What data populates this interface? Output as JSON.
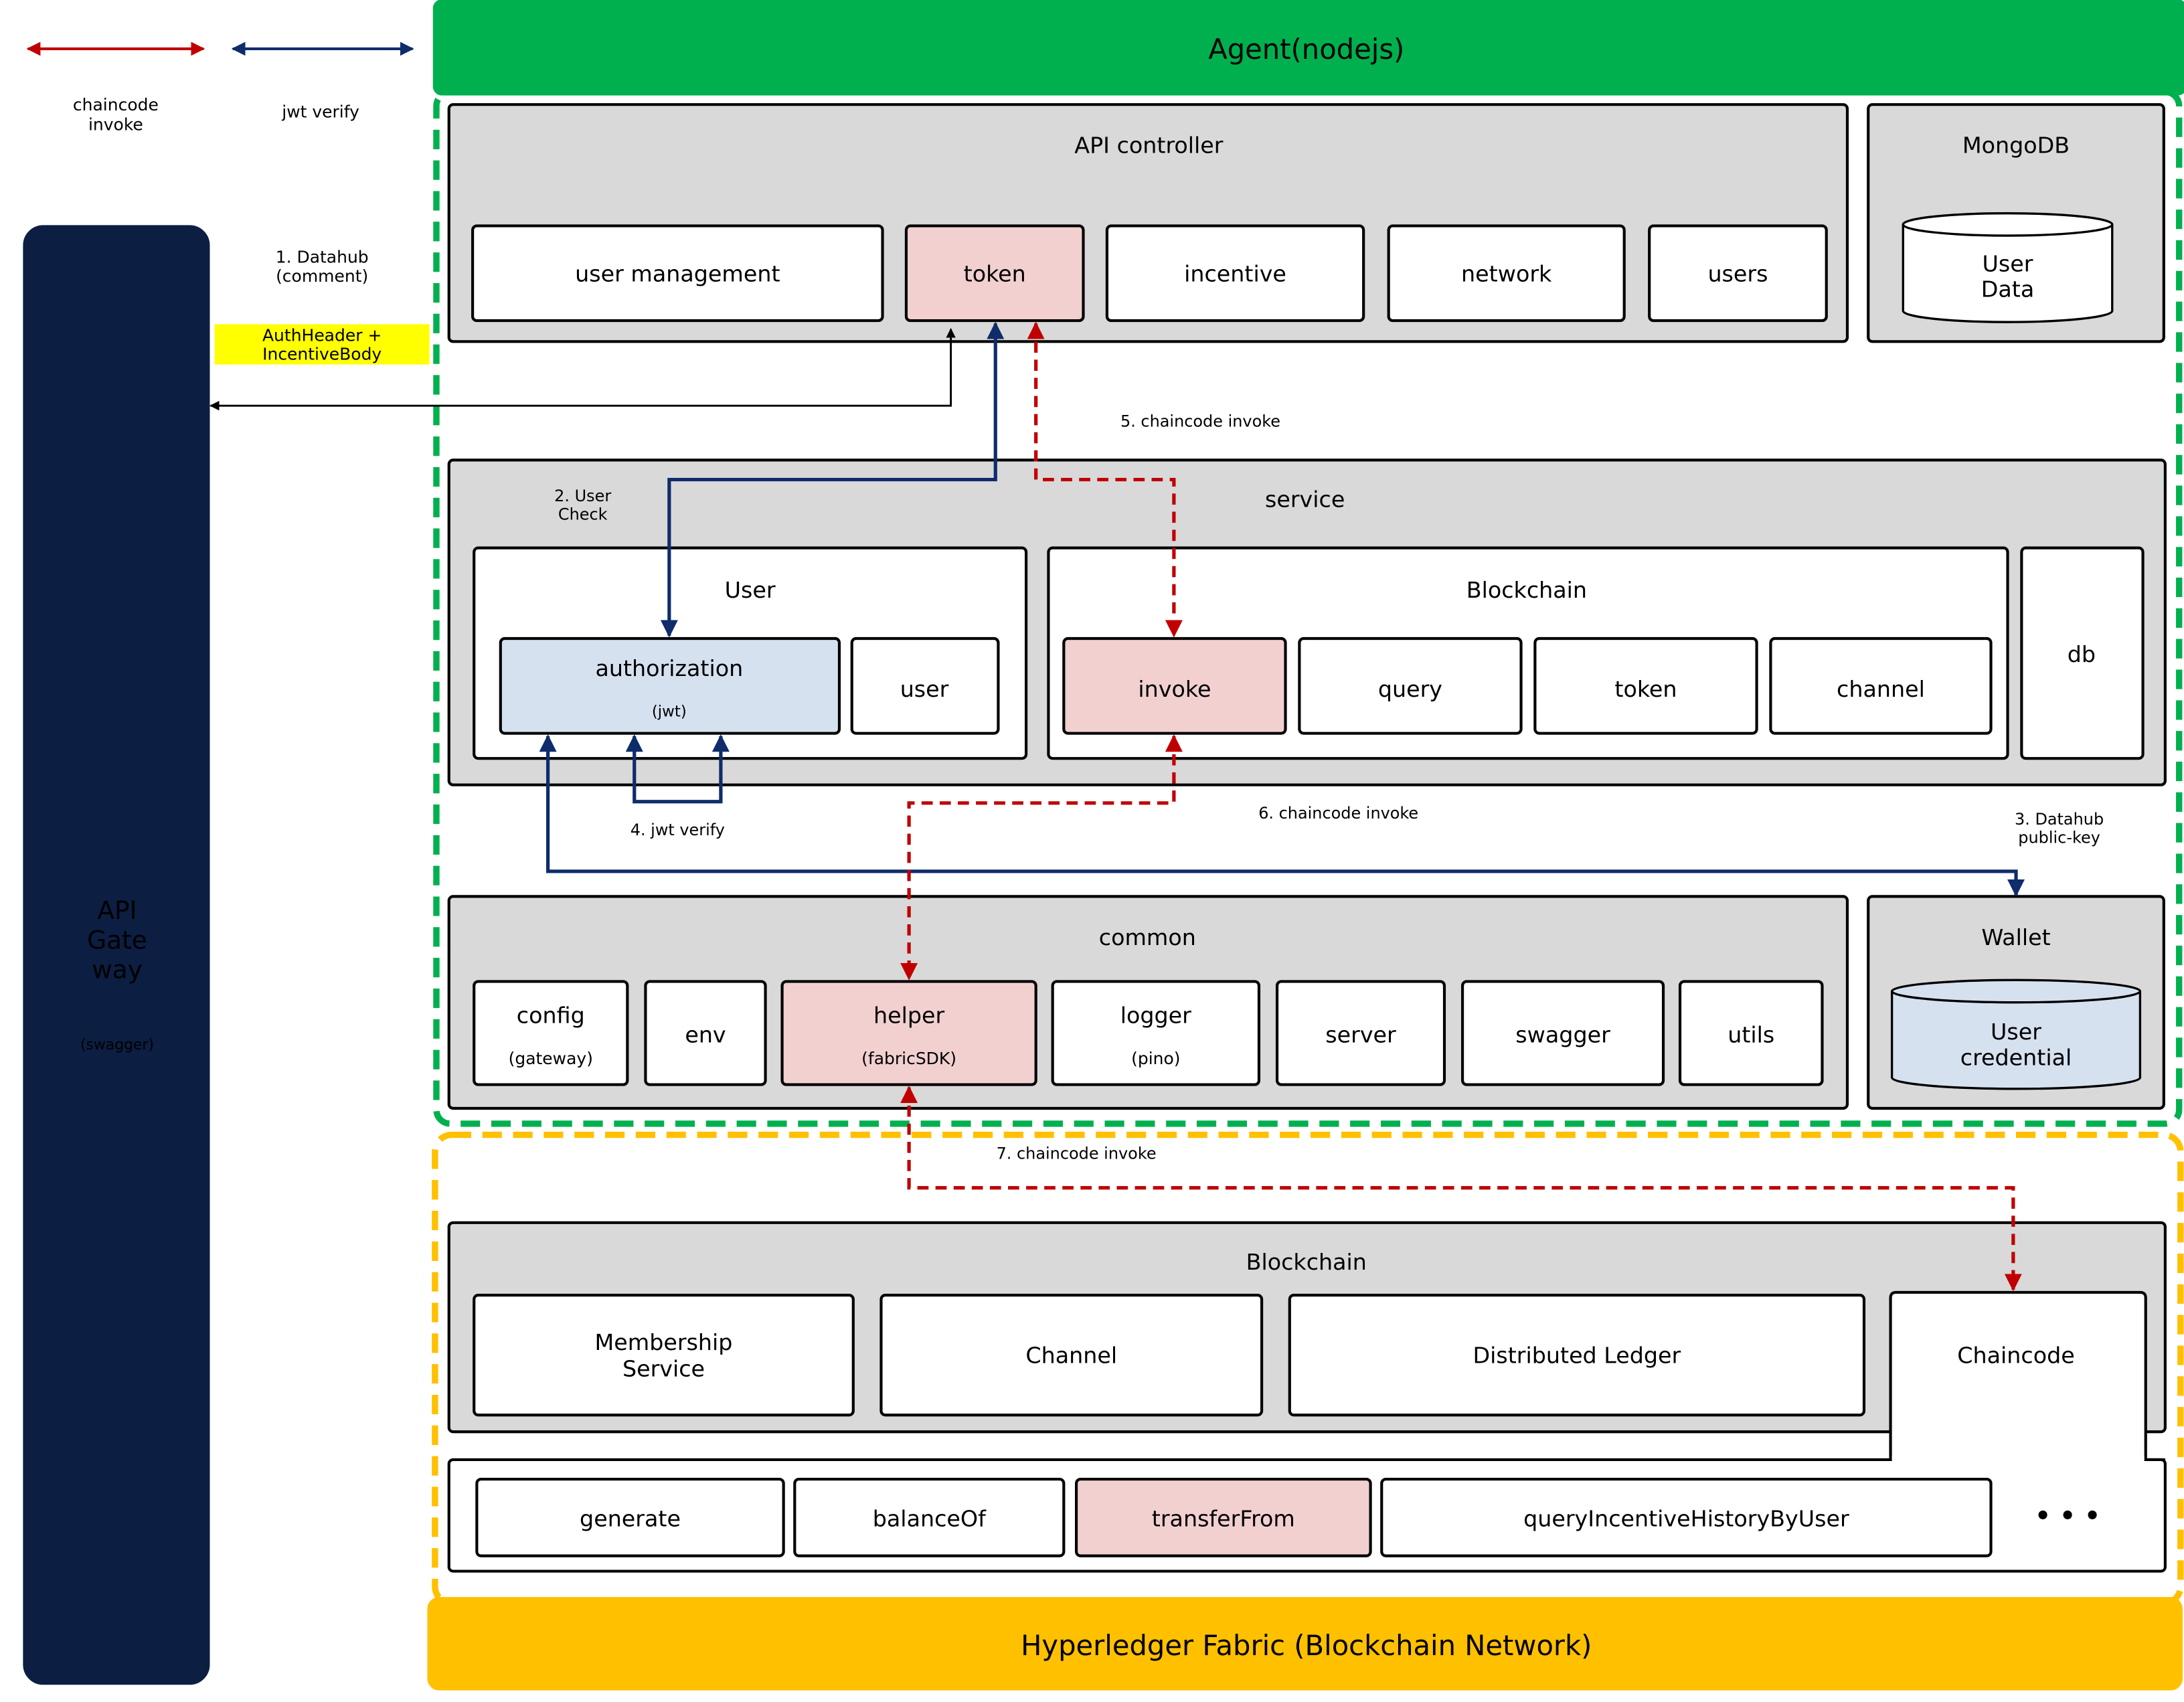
{
  "legend": {
    "chaincode_invoke": "chaincode\ninvoke",
    "jwt_verify": "jwt verify",
    "colors": {
      "chaincode": "#c00000",
      "jwt": "#0f2c6b"
    }
  },
  "gateway": {
    "title": "API\nGate\nway",
    "subtitle": "(swagger)"
  },
  "agent": {
    "title": "Agent(nodejs)"
  },
  "api_controller": {
    "title": "API controller",
    "items": [
      "user management",
      "token",
      "incentive",
      "network",
      "users"
    ]
  },
  "mongodb": {
    "title": "MongoDB",
    "store": "User\nData"
  },
  "service": {
    "title": "service",
    "user_group": {
      "title": "User",
      "authorization": "authorization",
      "authorization_sub": "(jwt)",
      "user": "user"
    },
    "blockchain_group": {
      "title": "Blockchain",
      "items": [
        "invoke",
        "query",
        "token",
        "channel"
      ]
    },
    "db": "db"
  },
  "common": {
    "title": "common",
    "items": [
      {
        "name": "config",
        "sub": "(gateway)"
      },
      {
        "name": "env",
        "sub": ""
      },
      {
        "name": "helper",
        "sub": "(fabricSDK)"
      },
      {
        "name": "logger",
        "sub": "(pino)"
      },
      {
        "name": "server",
        "sub": ""
      },
      {
        "name": "swagger",
        "sub": ""
      },
      {
        "name": "utils",
        "sub": ""
      }
    ]
  },
  "wallet": {
    "title": "Wallet",
    "store": "User\ncredential"
  },
  "fabric_blockchain": {
    "title": "Blockchain",
    "items": [
      "Membership\nService",
      "Channel",
      "Distributed Ledger"
    ],
    "chaincode": "Chaincode",
    "functions": [
      "generate",
      "balanceOf",
      "transferFrom",
      "queryIncentiveHistoryByUser"
    ],
    "more": "• • •"
  },
  "network": {
    "title": "Hyperledger Fabric (Blockchain Network)"
  },
  "steps": {
    "s1": "1. Datahub\n(comment)",
    "s1_highlight": "AuthHeader +\nIncentiveBody",
    "s2": "2. User\nCheck",
    "s3": "3. Datahub\npublic-key",
    "s4": "4. jwt verify",
    "s5": "5. chaincode invoke",
    "s6": "6. chaincode invoke",
    "s7": "7. chaincode invoke"
  },
  "palette": {
    "agent_green": "#00b04f",
    "fabric_gold": "#ffc000",
    "gateway_navy": "#0c1e42",
    "group_gray": "#d9d9d9",
    "pink": "#f2d0d0",
    "light_blue": "#d6e1f0",
    "highlight_yellow": "#ffff00"
  }
}
